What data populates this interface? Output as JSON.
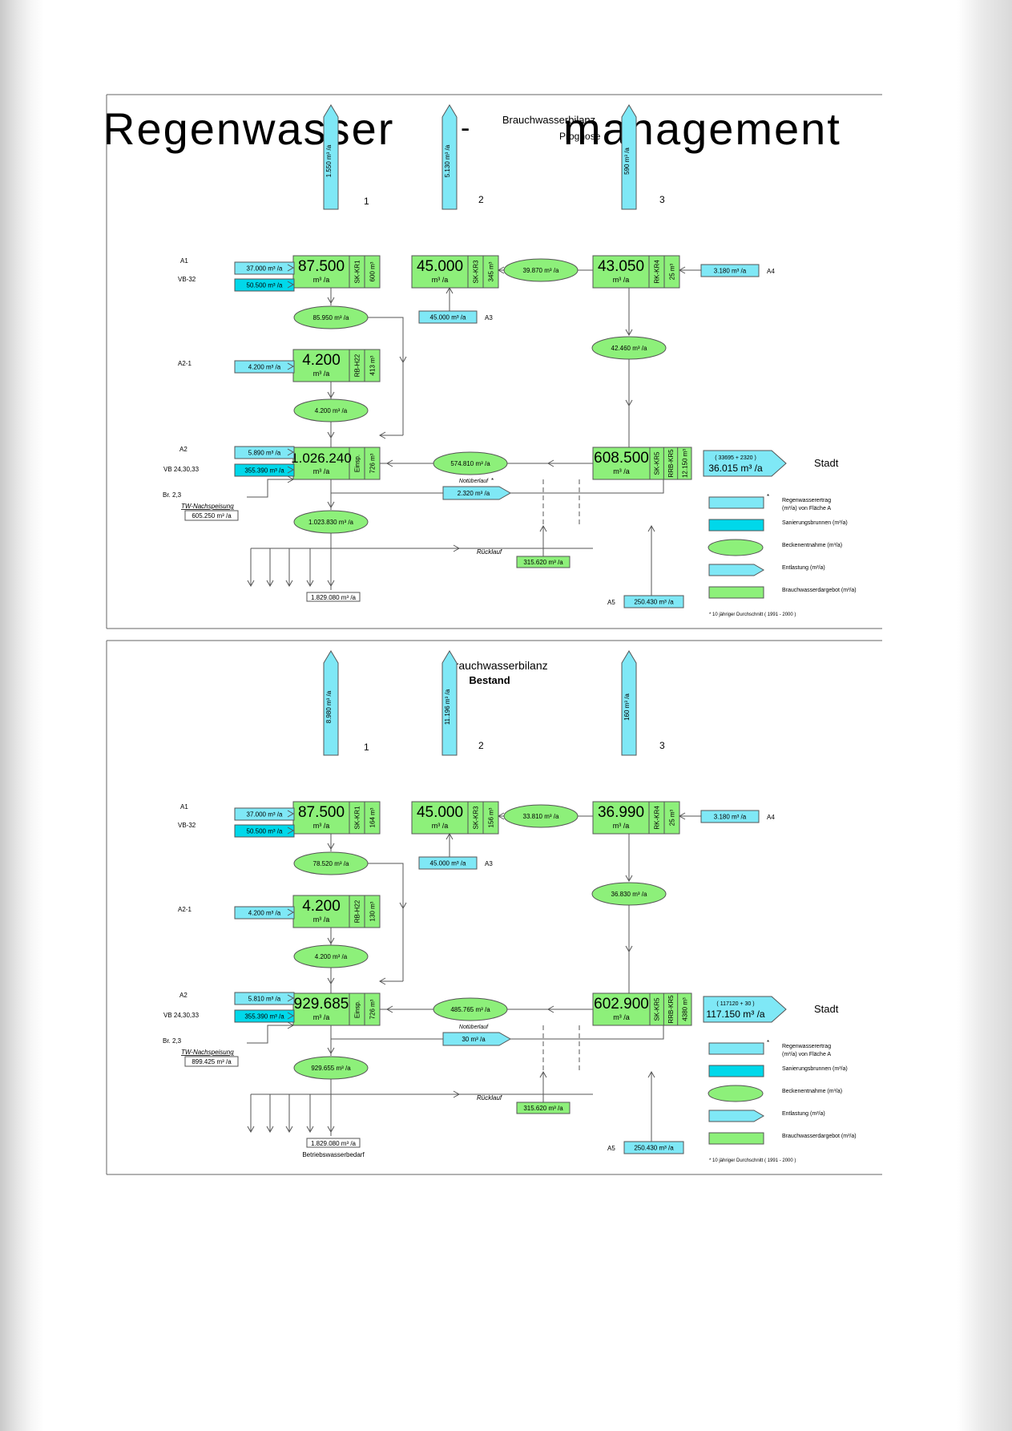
{
  "title": {
    "left": "Regenwasser",
    "dash": "-",
    "right": "management",
    "subtitle_line1": "Brauchwasserbilanz",
    "subtitle_line2": "Prognose"
  },
  "colors": {
    "green": "#8df07a",
    "cyan_light": "#7fe8f6",
    "cyan_dark": "#00d8ea",
    "line": "#555555"
  },
  "legend": {
    "marker": "*",
    "items": [
      {
        "line1": "Regenwasserertrag",
        "line2": "(m³/a) von Fläche A"
      },
      {
        "line1": "Sanierungsbrunnen (m³/a)"
      },
      {
        "line1": "Beckenentnahme (m³/a)"
      },
      {
        "line1": "Entlastung (m³/a)"
      },
      {
        "line1": "Brauchwasserdargebot (m³/a)"
      }
    ],
    "footnote": "* 10 jähriger Durchschnitt ( 1991 - 2000 )"
  },
  "panels": [
    {
      "heading1": "",
      "heading2": "",
      "col_labels": [
        "1",
        "2",
        "3"
      ],
      "top_arrows": [
        "1.550 m³ /a",
        "5.130 m³ /a",
        "590 m³ /a"
      ],
      "boxes": {
        "b1": {
          "value": "87.500",
          "unit": "m³ /a",
          "id": "SK-KR1",
          "vol": "600 m³"
        },
        "b2": {
          "value": "45.000",
          "unit": "m³ /a",
          "id": "SK-KR3",
          "vol": "345 m³"
        },
        "b3": {
          "value": "43.050",
          "unit": "m³ /a",
          "id": "RK-KR4",
          "vol": "25 m³"
        },
        "b4": {
          "value": "4.200",
          "unit": "m³ /a",
          "id": "RB-H22",
          "vol": "413 m³"
        },
        "b5": {
          "value": "1.026.240",
          "unit": "m³ /a",
          "id": "Einsp.",
          "vol": "726 m³"
        },
        "b6": {
          "value": "608.500",
          "unit": "m³ /a",
          "id": "SK-KR5",
          "id2": "RRB-KR5",
          "vol": "12.150 m³"
        }
      },
      "inputs": {
        "a1": {
          "label": "A1",
          "value": "37.000 m³ /a"
        },
        "vb32": {
          "label": "VB-32",
          "value": "50.500 m³ /a"
        },
        "a21": {
          "label": "A2-1",
          "value": "4.200 m³ /a"
        },
        "a2": {
          "label": "A2",
          "value": "5.890 m³ /a"
        },
        "vb24": {
          "label": "VB 24,30,33",
          "value": "355.390 m³ /a"
        },
        "a3": {
          "label": "A3",
          "value": "45.000 m³ /a"
        },
        "a4": {
          "label": "A4",
          "value": "3.180 m³ /a"
        },
        "a5": {
          "label": "A5",
          "value": "250.430 m³ /a"
        }
      },
      "ellipses": {
        "e12": "39.870 m³ /a",
        "e1": "85.950 m³ /a",
        "e3": "42.460 m³ /a",
        "e4": "4.200 m³ /a",
        "e65": "574.810 m³ /a",
        "e5": "1.023.830 m³ /a"
      },
      "stadt": {
        "line1": "( 33695 + 2320 )",
        "line2": "36.015 m³ /a",
        "label": "Stadt"
      },
      "notueberlauf": {
        "label": "Notüberlauf",
        "value": "2.320 m³ /a",
        "marker": "*"
      },
      "br": "Br. 2,3",
      "tw": {
        "label": "TW-Nachspeisung",
        "value": "605.250 m³ /a"
      },
      "ruecklauf": {
        "label": "Rücklauf",
        "value": "315.620 m³ /a"
      },
      "bedarf": {
        "value": "1.829.080 m³ /a",
        "label": ""
      }
    },
    {
      "heading1": "Brauchwasserbilanz",
      "heading2": "Bestand",
      "col_labels": [
        "1",
        "2",
        "3"
      ],
      "top_arrows": [
        "8.980 m³ /a",
        "11.196 m³ /a",
        "160 m³ /a"
      ],
      "boxes": {
        "b1": {
          "value": "87.500",
          "unit": "m³ /a",
          "id": "SK-KR1",
          "vol": "164 m³"
        },
        "b2": {
          "value": "45.000",
          "unit": "m³ /a",
          "id": "SK-KR3",
          "vol": "156 m³"
        },
        "b3": {
          "value": "36.990",
          "unit": "m³ /a",
          "id": "RK-KR4",
          "vol": "25 m³"
        },
        "b4": {
          "value": "4.200",
          "unit": "m³ /a",
          "id": "RB-H22",
          "vol": "130 m³"
        },
        "b5": {
          "value": "929.685",
          "unit": "m³ /a",
          "id": "Einsp.",
          "vol": "726 m³"
        },
        "b6": {
          "value": "602.900",
          "unit": "m³ /a",
          "id": "SK-KR5",
          "id2": "RRB-KR5",
          "vol": "4380 m³"
        }
      },
      "inputs": {
        "a1": {
          "label": "A1",
          "value": "37.000 m³ /a"
        },
        "vb32": {
          "label": "VB-32",
          "value": "50.500 m³ /a"
        },
        "a21": {
          "label": "A2-1",
          "value": "4.200 m³ /a"
        },
        "a2": {
          "label": "A2",
          "value": "5.810 m³ /a"
        },
        "vb24": {
          "label": "VB 24,30,33",
          "value": "355.390 m³ /a"
        },
        "a3": {
          "label": "A3",
          "value": "45.000 m³ /a"
        },
        "a4": {
          "label": "A4",
          "value": "3.180 m³ /a"
        },
        "a5": {
          "label": "A5",
          "value": "250.430 m³ /a"
        }
      },
      "ellipses": {
        "e12": "33.810 m³ /a",
        "e1": "78.520 m³ /a",
        "e3": "36.830 m³ /a",
        "e4": "4.200 m³ /a",
        "e65": "485.765 m³ /a",
        "e5": "929.655 m³ /a"
      },
      "stadt": {
        "line1": "( 117120 + 30 )",
        "line2": "117.150 m³ /a",
        "label": "Stadt"
      },
      "notueberlauf": {
        "label": "Notüberlauf",
        "value": "30 m³ /a",
        "marker": ""
      },
      "br": "Br. 2,3",
      "tw": {
        "label": "TW-Nachspeisung",
        "value": "899.425 m³ /a"
      },
      "ruecklauf": {
        "label": "Rücklauf",
        "value": "315.620 m³ /a"
      },
      "bedarf": {
        "value": "1.829.080 m³ /a",
        "label": "Betriebswasserbedarf"
      }
    }
  ]
}
